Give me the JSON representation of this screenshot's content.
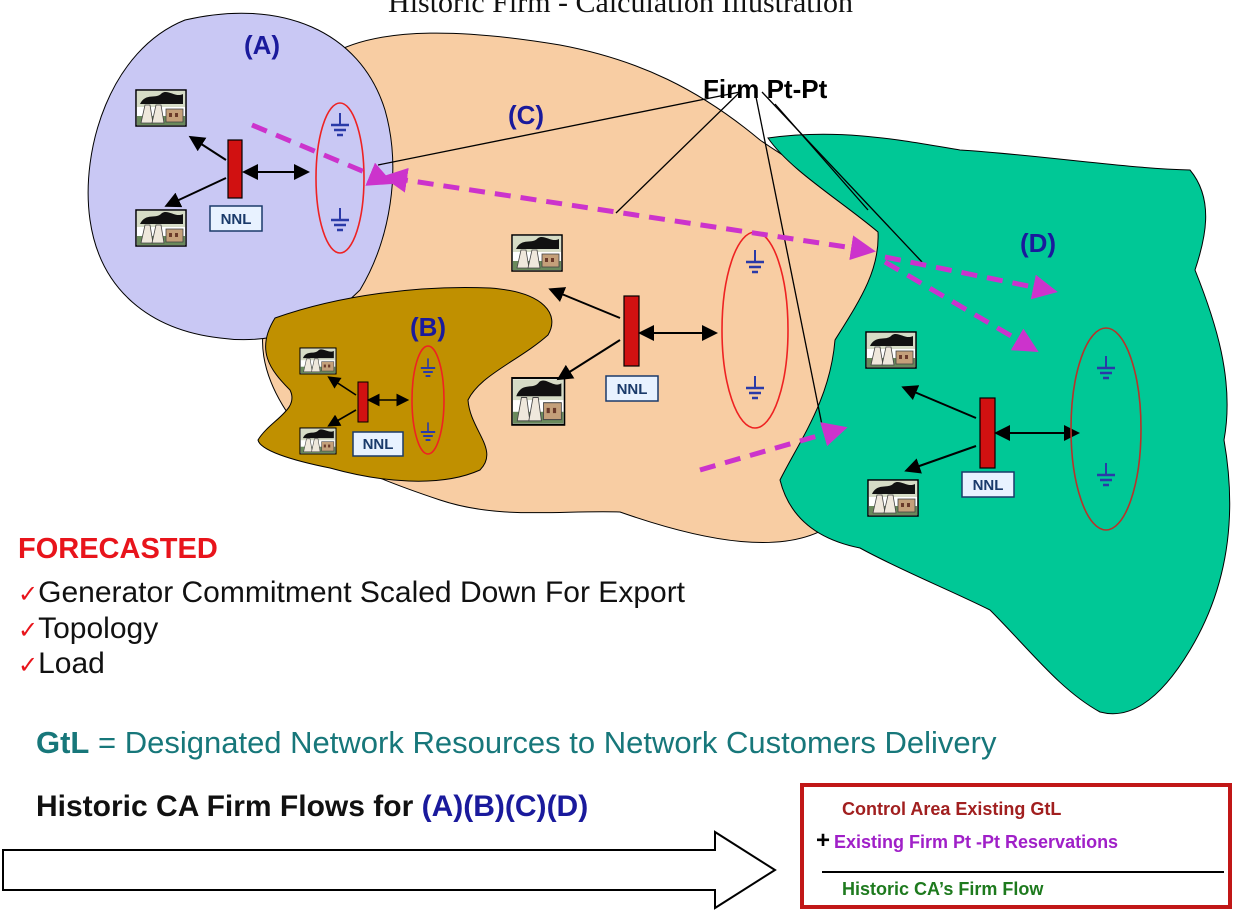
{
  "title": "Historic Firm - Calculation Illustration",
  "regions": {
    "a": "(A)",
    "b": "(B)",
    "c": "(C)",
    "d": "(D)"
  },
  "firm_label": "Firm Pt-Pt",
  "nnl_label": "NNL",
  "forecast": {
    "heading": "FORECASTED",
    "check_glyph": "✓",
    "items": [
      "Generator Commitment Scaled Down For Export",
      "Topology",
      "Load"
    ]
  },
  "gtl": {
    "term": "GtL",
    "equals": " = ",
    "definition": "Designated Network Resources to Network Customers Delivery"
  },
  "historic": {
    "prefix": "Historic CA Firm Flows for ",
    "a": "(A)",
    "b": "(B)",
    "c": "(C)",
    "d": "(D)"
  },
  "legend": {
    "line1": "Control Area Existing GtL",
    "plus": "+",
    "line2": "Existing Firm Pt -Pt Reservations",
    "line3": "Historic CA’s Firm Flow"
  },
  "colors": {
    "region_a": "#c9c8f4",
    "region_b": "#c09000",
    "region_c": "#f8cda3",
    "region_d": "#00c896",
    "dashed_arrow": "#cc33cc",
    "label_blue": "#1a1a9c",
    "busbar_red": "#d11111",
    "forecast_red": "#e8141b",
    "gtl_teal": "#17777a",
    "legend_line1": "#a11f1f",
    "legend_line2": "#a020c8",
    "legend_line3": "#1e7a1e"
  }
}
